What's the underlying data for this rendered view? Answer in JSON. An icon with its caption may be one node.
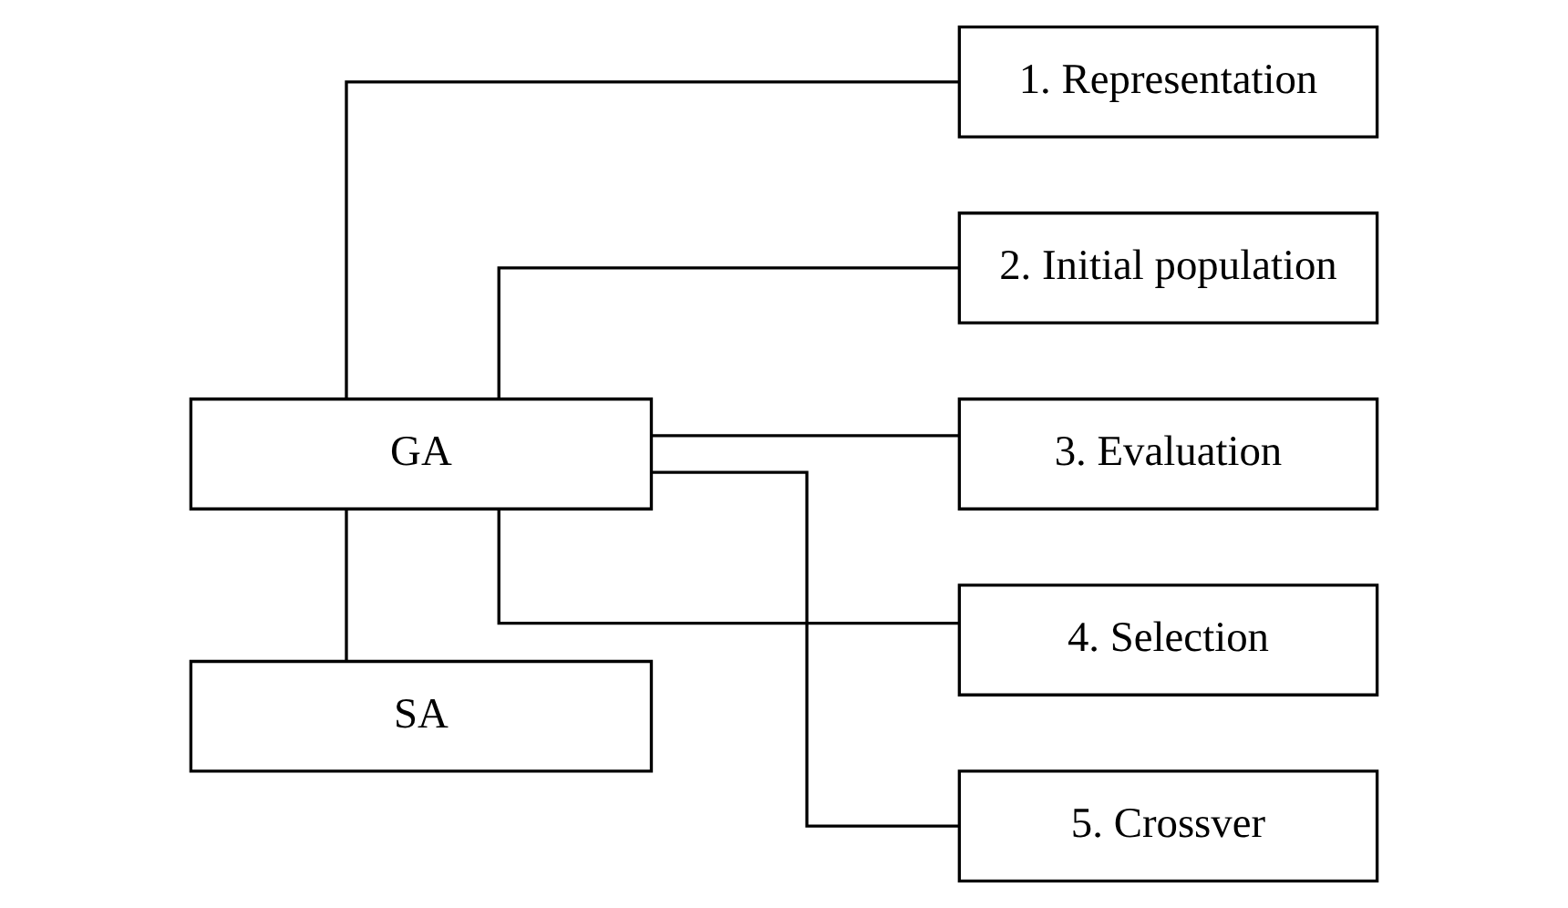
{
  "diagram": {
    "nodes": [
      {
        "text": [
          "GA"
        ]
      },
      {
        "text": [
          "1. Representation"
        ]
      },
      {
        "text": [
          "2. Initial population"
        ]
      },
      {
        "text": [
          "3. Evaluation"
        ]
      },
      {
        "text": [
          "4. Selection"
        ]
      },
      {
        "text": [
          "5. Crossver"
        ]
      },
      {
        "text": [
          "SA"
        ]
      }
    ],
    "edges": [
      {
        "from": 0,
        "to": 1,
        "arrow": "none"
      },
      {
        "from": 0,
        "to": 2,
        "arrow": "none"
      },
      {
        "from": 0,
        "to": 3,
        "arrow": "none"
      },
      {
        "from": 0,
        "to": 4,
        "arrow": "none"
      },
      {
        "from": 0,
        "to": 5,
        "arrow": "none"
      },
      {
        "from": 0,
        "to": 6,
        "arrow": "none"
      }
    ]
  }
}
